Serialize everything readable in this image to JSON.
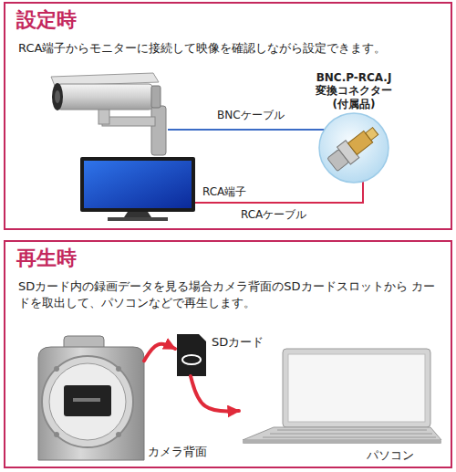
{
  "diagram": {
    "nodes": [
      {
        "text": [
          "設定時",
          "RCA端子からモニターに接続して映像を確認しながら設定できます。"
        ]
      },
      {
        "text": [
          "BNC.P-RCA.J 変換コネクター (付属品)"
        ],
        "in": 0
      },
      {
        "text": [
          "再生時",
          "SDカード内の録画データを見る場合カメラ背面のSDカードスロットから カードを取出して、パソコンなどで再生します。"
        ]
      },
      {
        "text": [
          "カメラ背面"
        ],
        "in": 2
      },
      {
        "text": [
          "SDカード"
        ],
        "in": 2
      },
      {
        "text": [
          "パソコン"
        ],
        "in": 2
      }
    ],
    "edges": [
      {
        "from": 3,
        "to": 4,
        "arrow": "to"
      },
      {
        "from": 4,
        "to": 5,
        "arrow": "to"
      }
    ],
    "labels": [
      "BNCケーブル",
      "RCA端子",
      "RCAケーブル"
    ]
  }
}
